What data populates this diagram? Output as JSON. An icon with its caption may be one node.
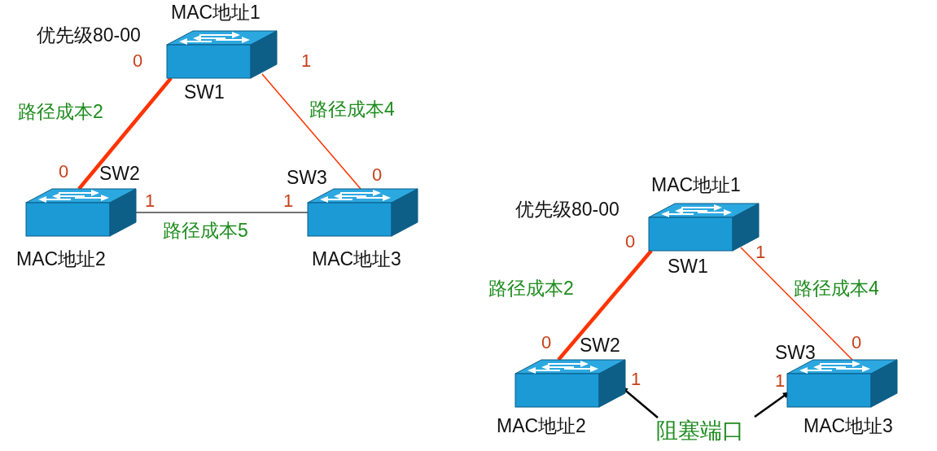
{
  "diagram": {
    "nodes": [
      {
        "text": [
          "SW1"
        ],
        "beside": [
          "MAC地址1",
          "优先级80-00"
        ]
      },
      {
        "text": [
          "SW2"
        ],
        "beside": [
          "MAC地址2"
        ]
      },
      {
        "text": [
          "SW3"
        ],
        "beside": [
          "MAC地址3"
        ]
      },
      {
        "text": [
          "SW1"
        ],
        "beside": [
          "MAC地址1",
          "优先级80-00"
        ]
      },
      {
        "text": [
          "SW2"
        ],
        "beside": [
          "MAC地址2"
        ]
      },
      {
        "text": [
          "SW3"
        ],
        "beside": [
          "MAC地址3"
        ]
      },
      {
        "text": [
          "阻塞端口"
        ]
      }
    ],
    "edges": [
      {
        "from": 0,
        "to": 1,
        "arrow": "none",
        "label": "路径成本2",
        "style": "thick",
        "color": "#ff3300"
      },
      {
        "from": 0,
        "to": 2,
        "arrow": "none",
        "label": "路径成本4",
        "color": "#ff3300"
      },
      {
        "from": 1,
        "to": 2,
        "arrow": "none",
        "label": "路径成本5",
        "color": "#444444"
      },
      {
        "from": 3,
        "to": 4,
        "arrow": "none",
        "label": "路径成本2",
        "style": "thick",
        "color": "#ff3300"
      },
      {
        "from": 3,
        "to": 5,
        "arrow": "none",
        "label": "路径成本4",
        "color": "#ff3300"
      },
      {
        "from": 6,
        "to": 4,
        "arrow": "to",
        "color": "#000000"
      },
      {
        "from": 6,
        "to": 5,
        "arrow": "to",
        "color": "#000000"
      }
    ],
    "labels": [
      "0",
      "1",
      "0",
      "0",
      "1",
      "1",
      "0",
      "1",
      "0",
      "0",
      "1",
      "1"
    ]
  }
}
